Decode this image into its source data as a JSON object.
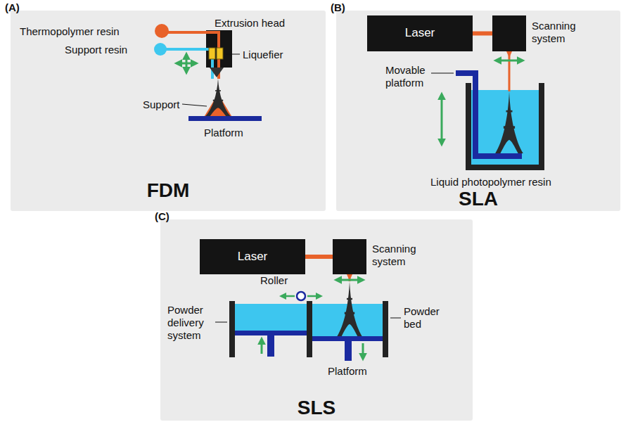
{
  "diagram": {
    "nodes": [
      {
        "text": [
          "(A)",
          "FDM"
        ]
      },
      {
        "text": [
          "Extrusion head"
        ],
        "in": 0
      },
      {
        "text": [
          "(B)",
          "SLA"
        ]
      },
      {
        "text": [
          "Laser"
        ],
        "in": 2
      },
      {
        "text": [
          "Scanning system"
        ],
        "in": 2
      },
      {
        "text": [
          "(C)",
          "SLS"
        ]
      },
      {
        "text": [
          "Laser"
        ],
        "in": 5
      },
      {
        "text": [
          "Scanning system"
        ],
        "in": 5
      }
    ],
    "edges": [
      {
        "from": 3,
        "to": 4,
        "arrow": "none"
      },
      {
        "from": 6,
        "to": 7,
        "arrow": "none"
      }
    ],
    "labels": [
      "Thermopolymer resin",
      "Support resin",
      "Liquefier",
      "Support",
      "Platform",
      "Movable platform",
      "Liquid photopolymer resin",
      "Roller",
      "Powder delivery system",
      "Powder bed",
      "Platform"
    ]
  }
}
